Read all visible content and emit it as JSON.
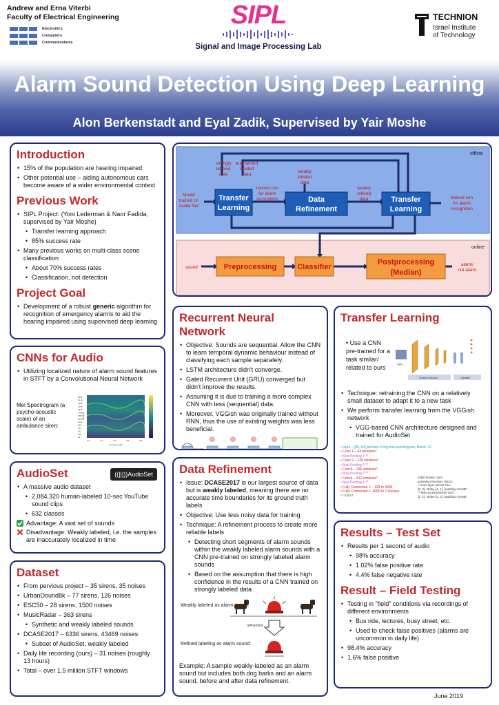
{
  "header": {
    "university": "Andrew and Erna Viterbi",
    "faculty": "Faculty of Electrical Engineering",
    "departments": [
      "Electronics",
      "Computers",
      "Communications"
    ],
    "lab_logo": "SIPL",
    "lab_name": "Signal and Image Processing Lab",
    "technion_name": "TECHNION",
    "technion_line1": "Israel Institute",
    "technion_line2": "of Technology",
    "title": "Alarm Sound Detection Using Deep Learning",
    "authors": "Alon Berkenstadt and Eyal Zadik, Supervised by Yair Moshe"
  },
  "intro": {
    "title": "Introduction",
    "bullets": [
      "15% of the population are hearing impaired",
      "Other potential use – aiding autonomous cars become aware of a wider environmental context"
    ]
  },
  "previous": {
    "title": "Previous Work",
    "b1": "SIPL Project: (Yoni Lederman & Naor Fadida, supervised by Yair Moshe)",
    "b1a": "Transfer learning approach",
    "b1b": "85% success rate",
    "b2": "Many previous works on multi-class scene classification",
    "b2a": "About 70% success rates",
    "b2b": "Classification, not detection"
  },
  "goal": {
    "title": "Project Goal",
    "pre": "Development of a robust ",
    "bold": "generic",
    "post": " algorithm for recognition of emergency alarms to aid the hearing impaired using supervised deep learning"
  },
  "cnn": {
    "title": "CNNs for Audio",
    "bullet": "Utilizing localized nature of alarm sound features in STFT by a Convolutional Neural Network",
    "caption": "Mel Spectrogram (a psycho-acoustic scale) of an ambulance siren:",
    "freq_ticks": [
      "2911",
      "2615",
      "2396",
      "2186",
      "1977",
      "1768",
      "1558",
      "1349",
      "1139",
      "930",
      "721",
      "512",
      "302",
      "93"
    ],
    "time_ticks": [
      "0.0",
      "0.2",
      "0.4",
      "0.6",
      "0.8"
    ],
    "time_label": "time [seconds]",
    "freq_label": "freq [Hz]"
  },
  "audioset": {
    "title": "AudioSet",
    "logo": "AudioSet",
    "b1": "A massive audio dataset",
    "b1a": "2,084,320 human-labeled 10-sec YouTube sound clips",
    "b1b": "632 classes",
    "advantage": "Advantage: A vast set of sounds",
    "disadvantage": "Disadvantage: Weakly labeled, i.e. the samples are inaccurately localized in time"
  },
  "dataset": {
    "title": "Dataset",
    "items": [
      "From pervious project – 35 sirens, 35 noises",
      "UrbanDound8k – 77 sirens, 126 noises",
      "ESC50 – 28 sirens, 1500 noises",
      "MusicRadar – 363 sirens",
      "Synthetic and weakly labeled sounds",
      "DCASE2017 – 6336 sirens, 43469 noises",
      "Subset of AudioSet, weakly labeled",
      "Daily life recording (ours) – 31 noises (roughly 13 hours)",
      "Total – over 1.5 million STFT windows"
    ]
  },
  "flow": {
    "offline": "offline",
    "online": "online",
    "model_audioset": [
      "Model",
      "trained on",
      "Audio Set"
    ],
    "strongly": [
      "strongly",
      "labeled",
      "data"
    ],
    "augmented": [
      "augmented",
      "labeled",
      "data"
    ],
    "weakly": [
      "weakly",
      "labeled",
      "data"
    ],
    "tl1": [
      "Transfer",
      "Learning"
    ],
    "trained_cnn": [
      "trained cnn",
      "for alarm",
      "recognition"
    ],
    "refine": [
      "Data",
      "Refinement"
    ],
    "weakly_refined": [
      "weakly",
      "refined",
      "data"
    ],
    "tl2": [
      "Transfer",
      "Learning"
    ],
    "trained_cnn2": [
      "trained cnn",
      "for alarm",
      "recognition"
    ],
    "sound": "sound",
    "pre": "Preprocessing",
    "cls": "Classifier",
    "post": [
      "Postprocessing",
      "(Median)"
    ],
    "out": [
      "alarm/",
      "not alarm"
    ]
  },
  "rnn": {
    "title": "Recurrent Neural  Network",
    "items": [
      "Objective: Sounds are sequential. Allow the CNN to learn temporal dynamic behaviour instead of classifying each sample separately.",
      "LSTM architecture didn't converge.",
      "Gated Recurrent Unit (GRU) converged but didn't improve the results.",
      "Assuming it is due to training a more complex CNN with less (sequential) data.",
      "Moreover, VGGish was originally trained without RNN, thus the use of existing weights was less beneficial."
    ]
  },
  "refine": {
    "title": "Data Refinement",
    "issue_pre": "Issue: ",
    "issue_b1": "DCASE2017",
    "issue_mid": " is our largest source of data but is ",
    "issue_b2": "weakly labeled",
    "issue_post": ", meaning there are no accurate time boundaries for its ground truth labels",
    "objective": "Objective: Use less noisy data for training",
    "technique": "Technique: A refinement process to create more reliable labels",
    "sub1": "Detecting short segments of alarm sounds within the weakly labeled alarm sounds with a CNN pre-trained on strongly labeled alarm sounds",
    "sub2": "Based on the assumption that there is high confidence in the results of a CNN trained on strongly labeled data",
    "weak_caption": "Weakly labeled as alarm sound:",
    "refined_caption": "Refined labeling as alarm sound:",
    "arrow_label": "refinement",
    "example": "Example: A sample weakly-labeled as an alarm sound but includes both dog barks and an alarm sound, before and after data refinement."
  },
  "tl": {
    "title": "Transfer Learning",
    "use": "Use a CNN pre-trained for a task similar/ related to ours",
    "technique": "Technique: retraining the CNN on a relatively small dataset to adapt it to a new task",
    "vggish": "We perform transfer learning from the VGGish network",
    "vgg_sub": "VGG-based CNN architecture designed and trained for AudioSet",
    "fig_input": "Input",
    "fig_extractor": "Feature Extractor",
    "fig_classifier": "Classifier"
  },
  "vgg": {
    "layers": [
      {
        "t": "Input – [96, 64] patches of log-mel-spectrogram, Batch: 32",
        "c": "#1aa6c4"
      },
      {
        "t": "Conv 1 – 64 windows*",
        "c": "#d0202a"
      },
      {
        "t": "Max Pooling 1 **",
        "c": "#b55bd1"
      },
      {
        "t": "Conv 2 – 128 windows*",
        "c": "#d0202a"
      },
      {
        "t": "Max Pooling 2 **",
        "c": "#b55bd1"
      },
      {
        "t": "Conv3 – 256 windows*",
        "c": "#d0202a"
      },
      {
        "t": "Max Pooling 3 **",
        "c": "#b55bd1"
      },
      {
        "t": "Conv4 – 512 windows*",
        "c": "#d0202a"
      },
      {
        "t": "Max Pooling 4 **",
        "c": "#b55bd1"
      },
      {
        "t": "Fully Connected 1 – 128 to 4096",
        "c": "#d0202a"
      },
      {
        "t": "Fully Connected 2- 4096 to 2 classes",
        "c": "#d0202a"
      },
      {
        "t": "Output",
        "c": "#2aa23a"
      }
    ],
    "note1": "Initial biases: zero,",
    "note2": "activation function: RELU,",
    "note3": "* Conv layer kernel size:",
    "note4": "[3, 3], stride=[1, 1], padding='SAME'",
    "note5": "** Max pooling kernel size:",
    "note6": "[2, 2], stride=[2, 2], padding='SAME'"
  },
  "results": {
    "title": "Results – Test Set",
    "b1": "Results per 1 second of audio",
    "b1a": "98% accuracy",
    "b1b": "1.02% false positive rate",
    "b1c": "4.4% false negative rate",
    "field_title": "Result – Field Testing",
    "f1": "Testing in \"field\" conditions via recordings of different environments",
    "f1a": "Bus ride, lectures, busy street, etc.",
    "f1b": "Used to check false positives (alarms are uncommon in daily life)",
    "f2": "98.4% accuracy",
    "f3": "1.6% false positive"
  },
  "footer": {
    "date": "June 2019"
  },
  "colors": {
    "accent_red": "#c0282d",
    "navy": "#1c2a6e",
    "sipl_pink": "#e8318f",
    "offline_bg": "#7fa3df",
    "online_bg": "#f7d9d9",
    "flow_box": "#1e5db8",
    "online_box": "#f39b3e"
  }
}
